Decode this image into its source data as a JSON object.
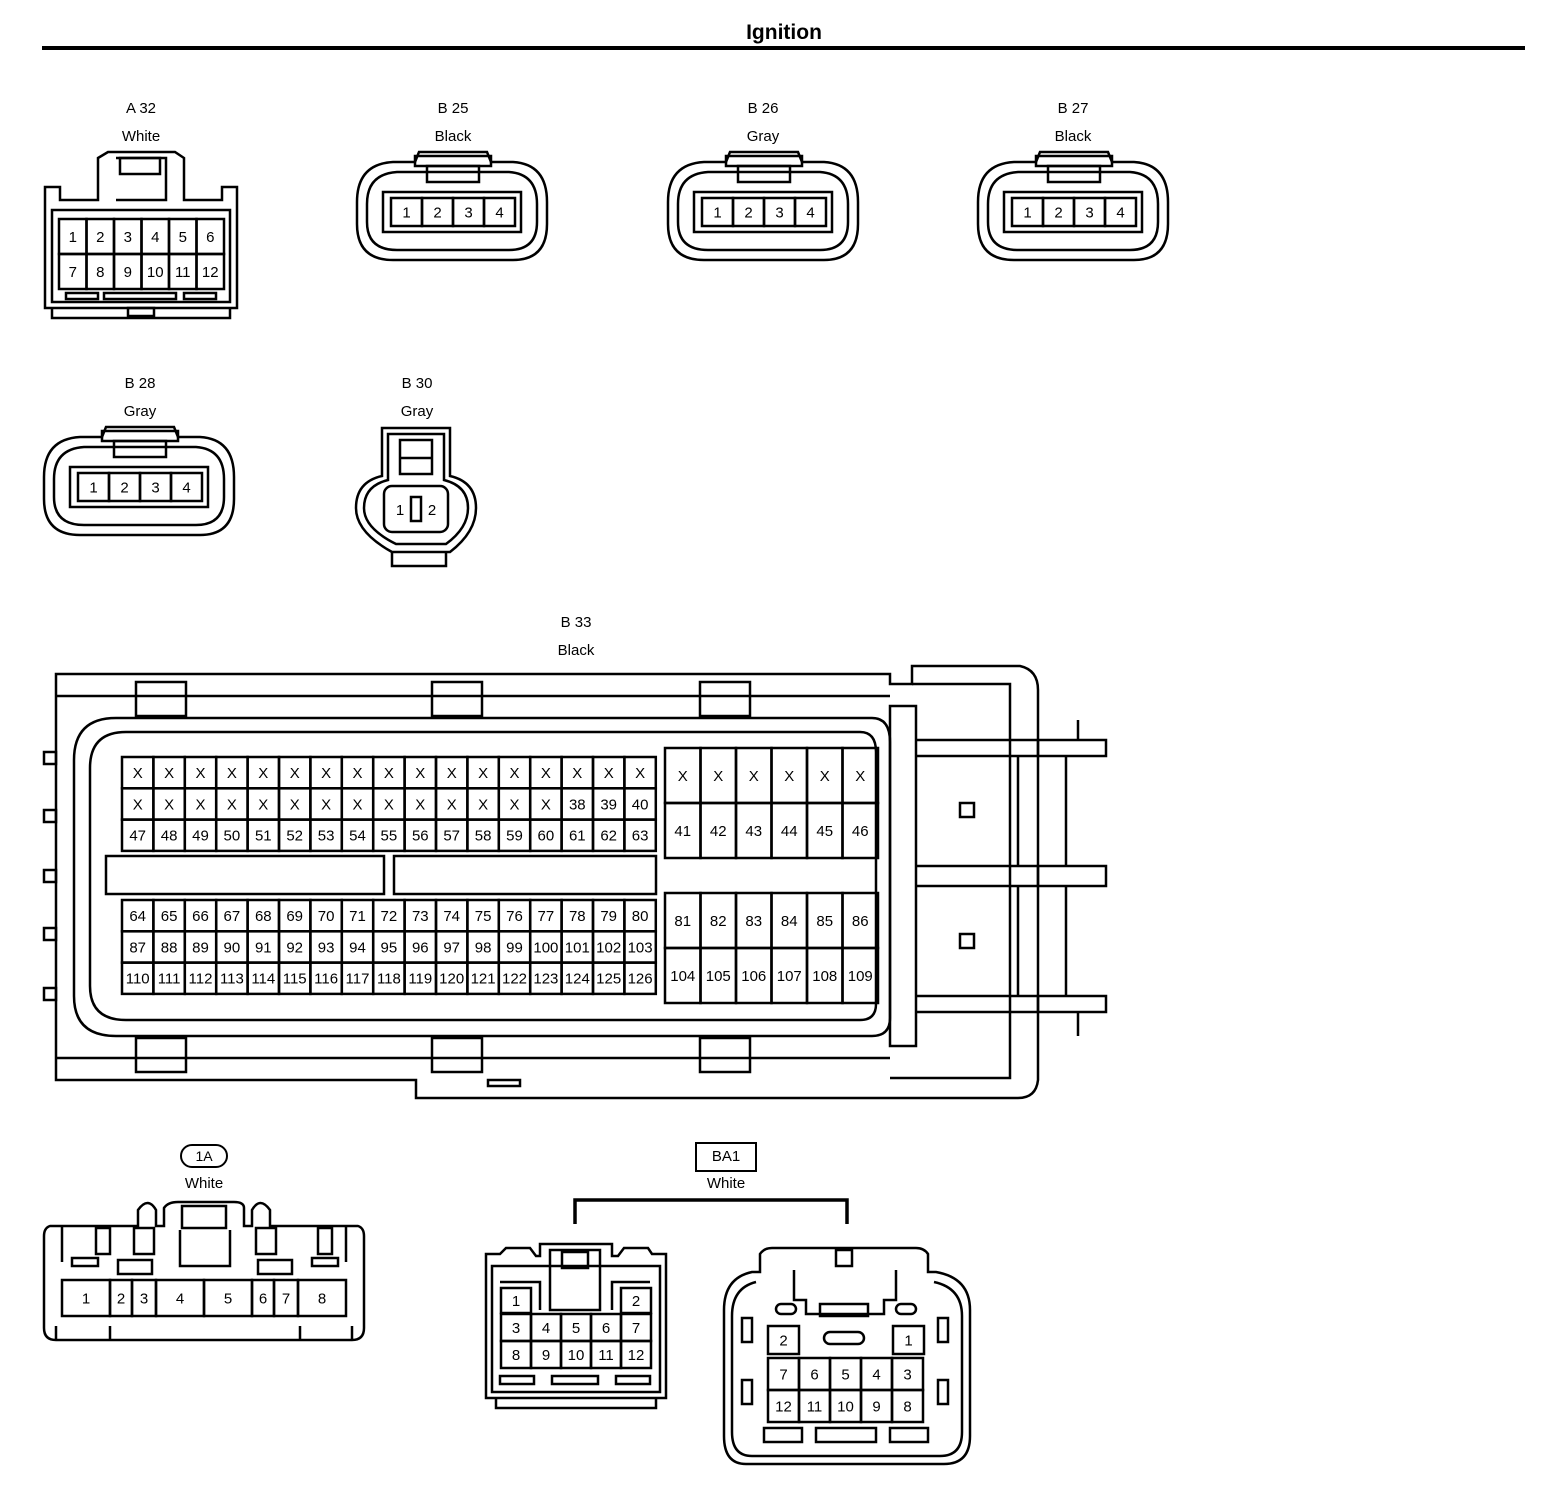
{
  "page": {
    "title": "Ignition"
  },
  "connectors": {
    "a32": {
      "code": "A 32",
      "color": "White",
      "pins": [
        "1",
        "2",
        "3",
        "4",
        "5",
        "6",
        "7",
        "8",
        "9",
        "10",
        "11",
        "12"
      ]
    },
    "b25": {
      "code": "B 25",
      "color": "Black",
      "pins": [
        "1",
        "2",
        "3",
        "4"
      ]
    },
    "b26": {
      "code": "B 26",
      "color": "Gray",
      "pins": [
        "1",
        "2",
        "3",
        "4"
      ]
    },
    "b27": {
      "code": "B 27",
      "color": "Black",
      "pins": [
        "1",
        "2",
        "3",
        "4"
      ]
    },
    "b28": {
      "code": "B 28",
      "color": "Gray",
      "pins": [
        "1",
        "2",
        "3",
        "4"
      ]
    },
    "b30": {
      "code": "B 30",
      "color": "Gray",
      "pins": [
        "1",
        "2"
      ]
    },
    "b33": {
      "code": "B 33",
      "color": "Black",
      "left_upper_rows": [
        [
          "X",
          "X",
          "X",
          "X",
          "X",
          "X",
          "X",
          "X",
          "X",
          "X",
          "X",
          "X",
          "X",
          "X",
          "X",
          "X",
          "X"
        ],
        [
          "X",
          "X",
          "X",
          "X",
          "X",
          "X",
          "X",
          "X",
          "X",
          "X",
          "X",
          "X",
          "X",
          "X",
          "38",
          "39",
          "40"
        ],
        [
          "47",
          "48",
          "49",
          "50",
          "51",
          "52",
          "53",
          "54",
          "55",
          "56",
          "57",
          "58",
          "59",
          "60",
          "61",
          "62",
          "63"
        ]
      ],
      "left_lower_rows": [
        [
          "64",
          "65",
          "66",
          "67",
          "68",
          "69",
          "70",
          "71",
          "72",
          "73",
          "74",
          "75",
          "76",
          "77",
          "78",
          "79",
          "80"
        ],
        [
          "87",
          "88",
          "89",
          "90",
          "91",
          "92",
          "93",
          "94",
          "95",
          "96",
          "97",
          "98",
          "99",
          "100",
          "101",
          "102",
          "103"
        ],
        [
          "110",
          "111",
          "112",
          "113",
          "114",
          "115",
          "116",
          "117",
          "118",
          "119",
          "120",
          "121",
          "122",
          "123",
          "124",
          "125",
          "126"
        ]
      ],
      "right_upper_rows": [
        [
          "X",
          "X",
          "X",
          "X",
          "X",
          "X"
        ],
        [
          "41",
          "42",
          "43",
          "44",
          "45",
          "46"
        ]
      ],
      "right_lower_rows": [
        [
          "81",
          "82",
          "83",
          "84",
          "85",
          "86"
        ],
        [
          "104",
          "105",
          "106",
          "107",
          "108",
          "109"
        ]
      ]
    },
    "c1a": {
      "code": "1A",
      "color": "White",
      "pins": [
        "1",
        "2",
        "3",
        "4",
        "5",
        "6",
        "7",
        "8"
      ]
    },
    "ba1": {
      "code": "BA1",
      "color": "White",
      "male_pins": [
        "1",
        "2",
        "3",
        "4",
        "5",
        "6",
        "7",
        "8",
        "9",
        "10",
        "11",
        "12"
      ],
      "female_pins": [
        "2",
        "1",
        "7",
        "6",
        "5",
        "4",
        "3",
        "12",
        "11",
        "10",
        "9",
        "8"
      ]
    }
  }
}
